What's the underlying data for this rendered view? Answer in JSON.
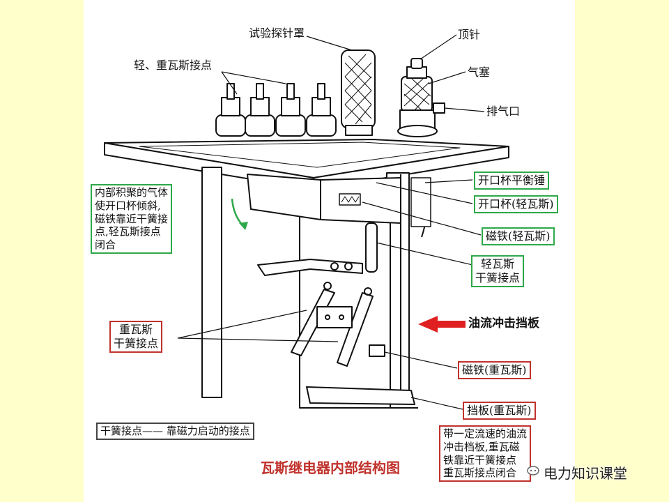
{
  "diagram": {
    "title": "瓦斯继电器内部结构图",
    "labels": {
      "probe_cover": "试验探针罩",
      "light_heavy_contacts": "轻、重瓦斯接点",
      "top_pin": "顶针",
      "air_plug": "气塞",
      "vent": "排气口",
      "cup_counterweight": "开口杯平衡锤",
      "open_cup": "开口杯(轻瓦斯)",
      "magnet_light": "磁铁(轻瓦斯)",
      "reed_light": "轻瓦斯\n干簧接点",
      "baffle_oil": "油流冲击挡板",
      "reed_heavy": "重瓦斯\n干簧接点",
      "magnet_heavy": "磁铁(重瓦斯)",
      "baffle_heavy": "挡板(重瓦斯)"
    },
    "notes": {
      "gas_tilt": "内部积聚的气体\n使开口杯倾斜,\n磁铁靠近干簧接\n点,轻瓦斯接点\n闭合",
      "reed_def": "干簧接点—— 靠磁力启动的接点",
      "oil_flow": "带一定流速的油流\n冲击档板,重瓦磁\n铁靠近干簧接点\n重瓦斯接点闭合"
    },
    "watermark": "电力知识课堂",
    "colors": {
      "green": "#2ea84a",
      "red": "#c0322c",
      "background": "#ffffcc"
    }
  }
}
